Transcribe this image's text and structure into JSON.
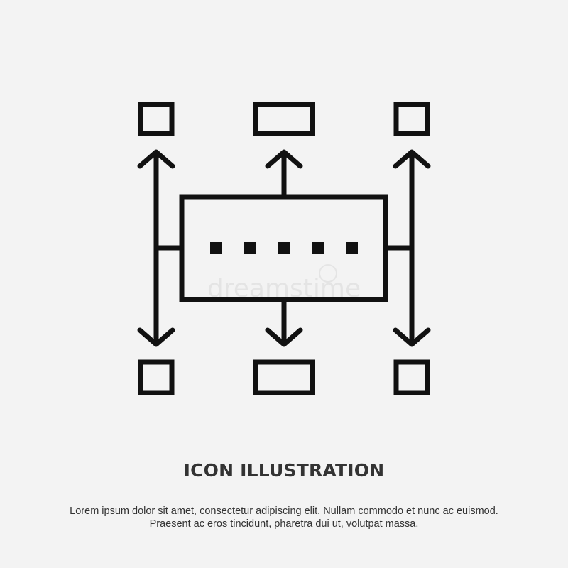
{
  "illustration": {
    "icon": "hierarchy-flow-diagram-icon",
    "stroke_color": "#111111",
    "background_color": "#f3f3f3"
  },
  "caption": {
    "title": "ICON ILLUSTRATION",
    "body_line_1": "Lorem ipsum dolor sit amet, consectetur adipiscing elit. Nullam commodo et nunc ac euismod.",
    "body_line_2": "Praesent ac eros tincidunt, pharetra dui ut, volutpat massa."
  },
  "watermark": {
    "text": "dreamstime"
  }
}
